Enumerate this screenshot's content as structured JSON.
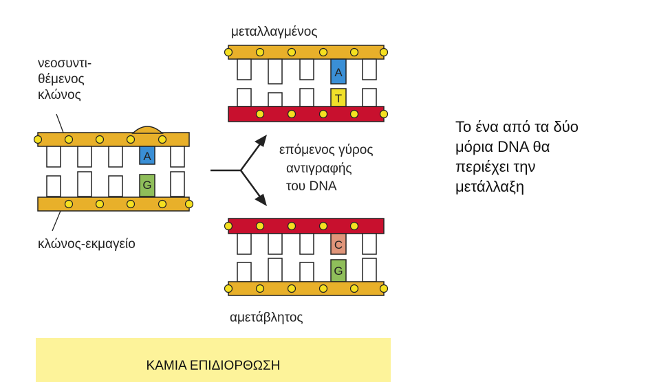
{
  "labels": {
    "new_strand": [
      "νεοσυντι-",
      "θέμενος",
      "κλώνος"
    ],
    "template_strand": "κλώνος-εκμαγείο",
    "mutated": "μεταλλαγμένος",
    "unchanged": "αμετάβλητος",
    "replication": [
      "επόμενος γύρος",
      "αντιγραφής",
      "του DNA"
    ]
  },
  "bases": {
    "left_top": "A",
    "left_bottom": "G",
    "upper_top": "A",
    "upper_bottom": "T",
    "lower_top": "C",
    "lower_bottom": "G"
  },
  "caption": [
    "Το ένα από τα δύο",
    "μόρια DNA θα",
    "περιέχει την",
    "μετάλλαξη"
  ],
  "banner": "ΚΑΜΙΑ ΕΠΙΔΙΟΡΘΩΣΗ",
  "colors": {
    "backbone_gold": "#e8b02a",
    "backbone_red": "#c8102e",
    "phosphate": "#f5e020",
    "base_A": "#3a8fd6",
    "base_G": "#8fbe5a",
    "base_T": "#f0e02a",
    "base_C": "#e0957a",
    "banner": "#fdf39a"
  }
}
